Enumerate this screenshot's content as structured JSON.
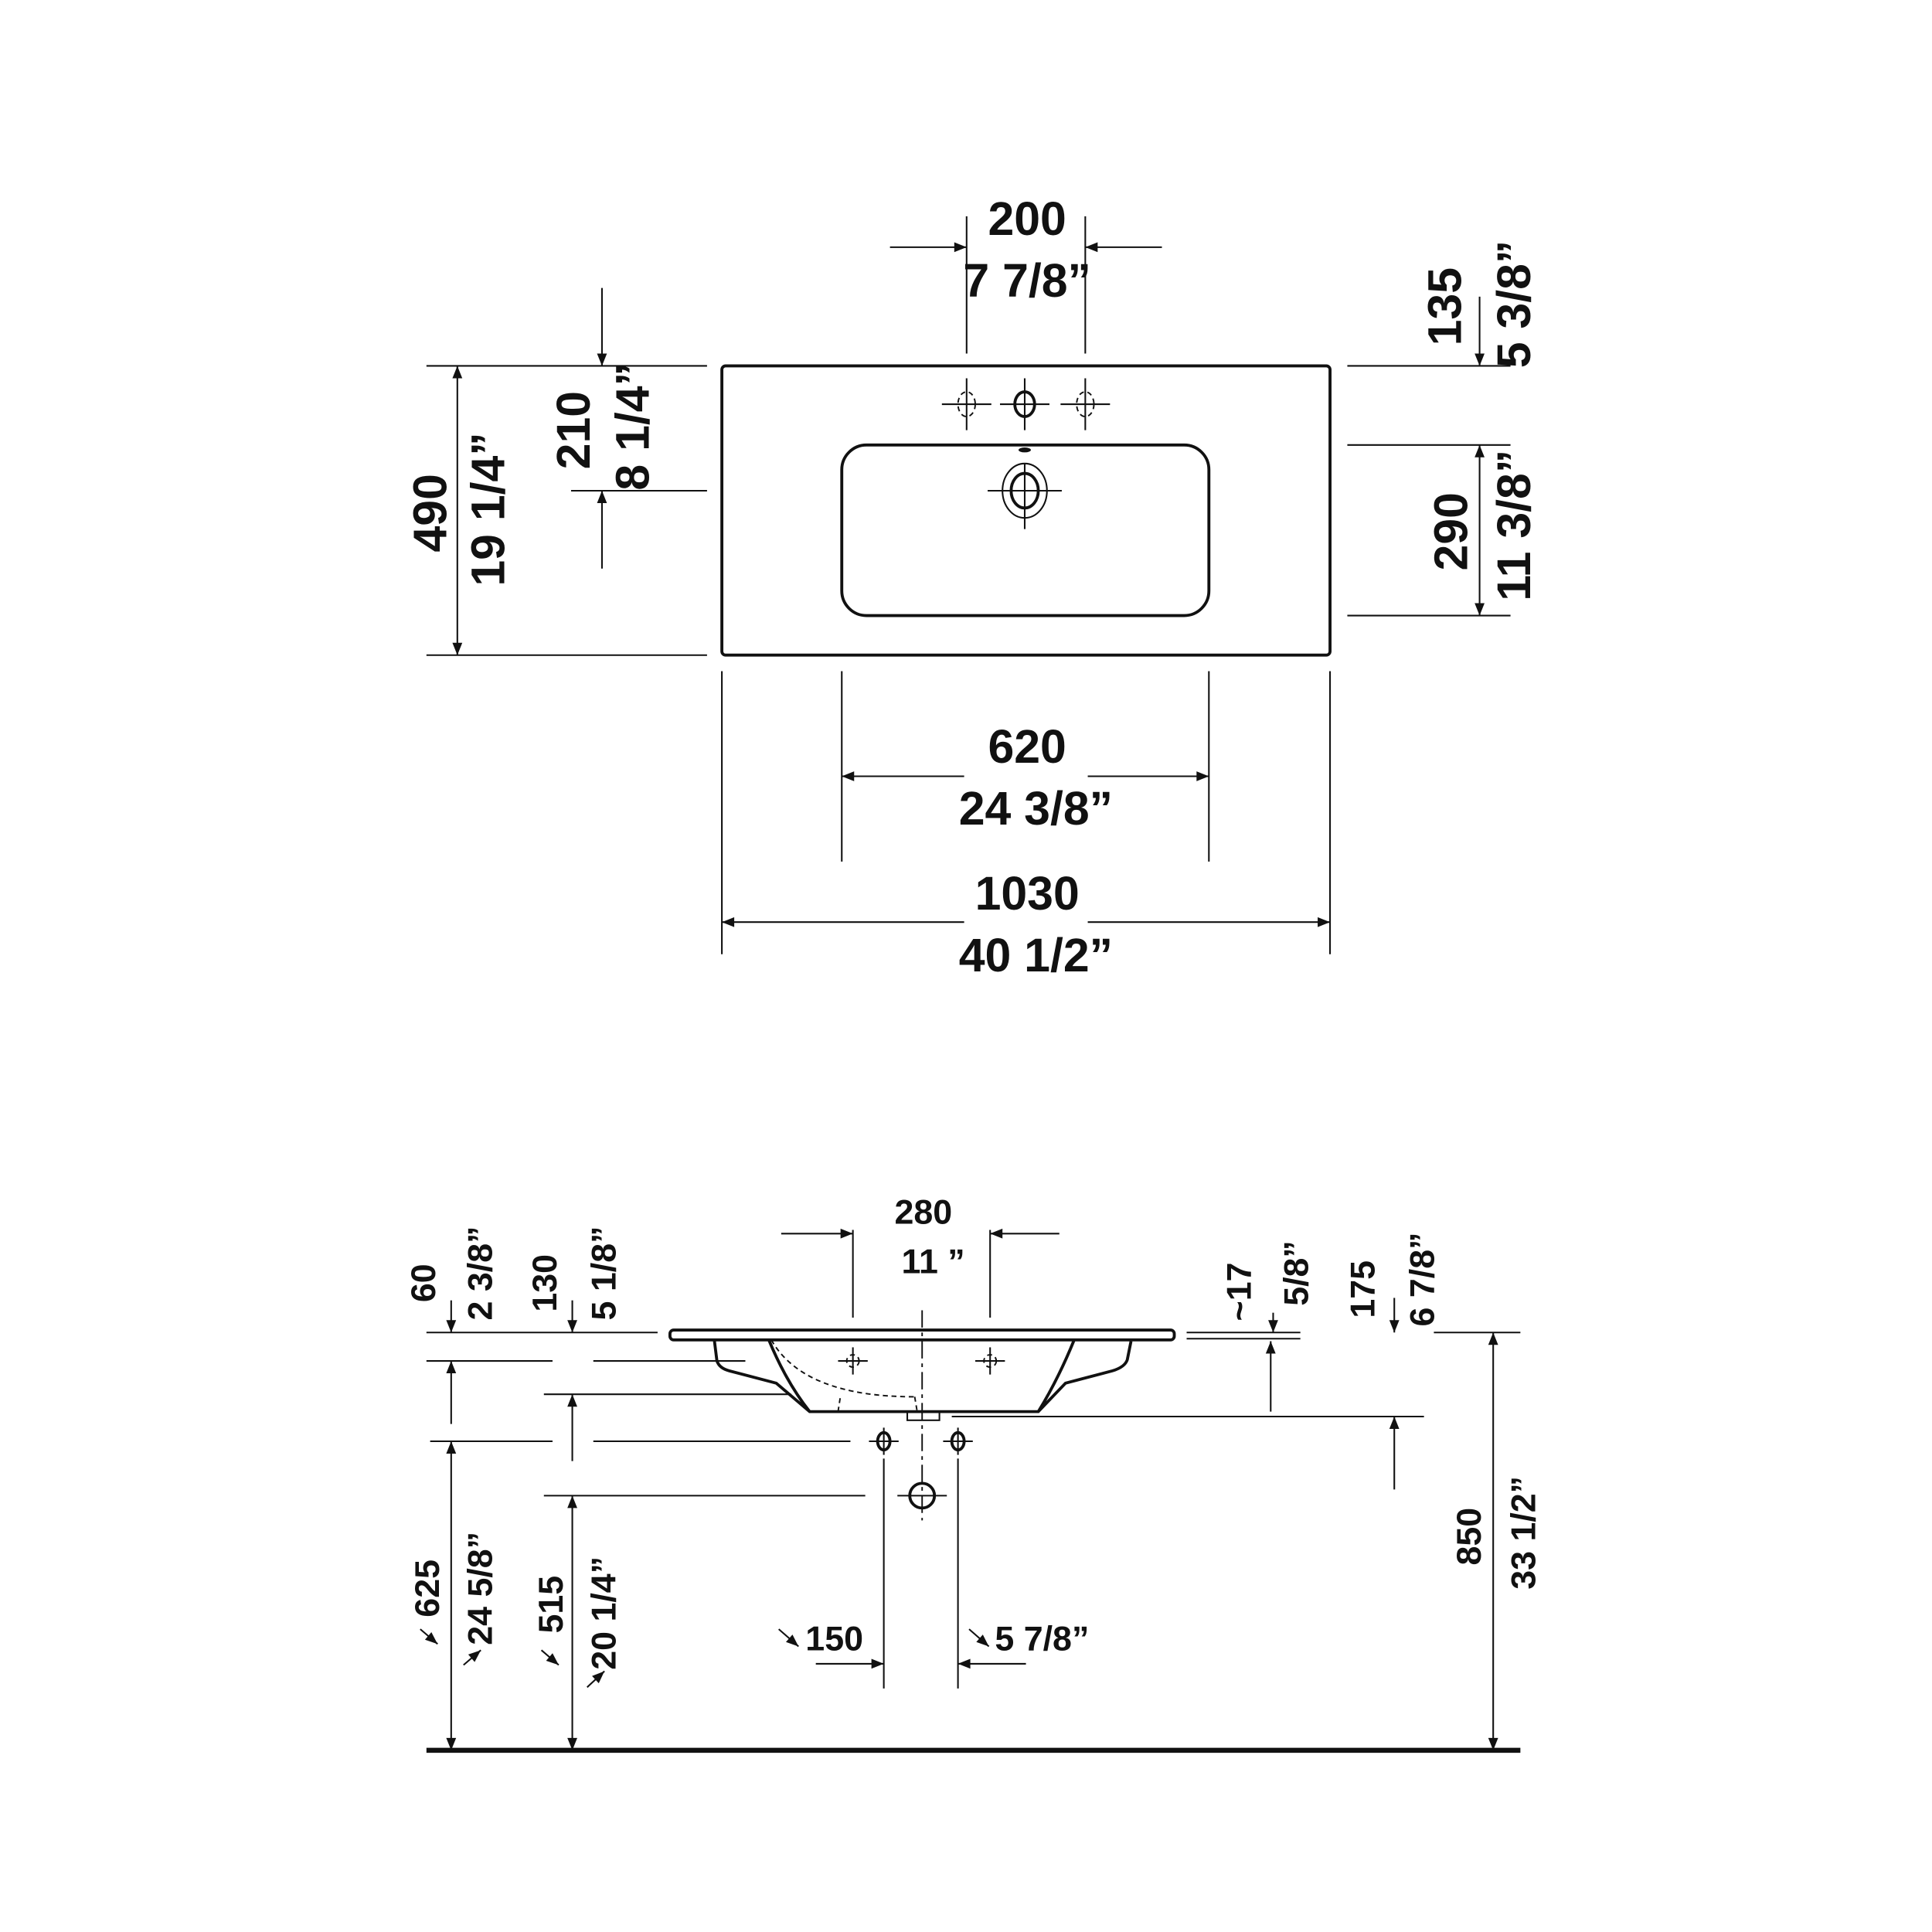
{
  "top_view": {
    "dim_tap_spacing": {
      "mm": "200",
      "in": "7 7/8”"
    },
    "dim_tap_to_back": {
      "mm": "135",
      "in": "5 3/8”"
    },
    "dim_bowl_depth": {
      "mm": "290",
      "in": "11 3/8”"
    },
    "dim_total_depth": {
      "mm": "490",
      "in": "19 1/4”"
    },
    "dim_drain_from_back": {
      "mm": "210",
      "in": "8 1/4”"
    },
    "dim_bowl_width": {
      "mm": "620",
      "in": "24 3/8”"
    },
    "dim_total_width": {
      "mm": "1030",
      "in": "40 1/2”"
    }
  },
  "side_view": {
    "dim_tap_spacing": {
      "mm": "280",
      "in": "11 ”"
    },
    "dim_60": {
      "mm": "60",
      "in": "2 3/8”"
    },
    "dim_130": {
      "mm": "130",
      "in": "5 1/8”"
    },
    "dim_625": {
      "mm": "625",
      "in": "24 5/8”"
    },
    "dim_515": {
      "mm": "515",
      "in": "20 1/4”"
    },
    "dim_150": {
      "mm": "150",
      "in": "5 7/8”"
    },
    "dim_17": {
      "mm": "~17",
      "in": "5/8”"
    },
    "dim_175": {
      "mm": "175",
      "in": "6 7/8”"
    },
    "dim_850": {
      "mm": "850",
      "in": "33 1/2”"
    }
  }
}
